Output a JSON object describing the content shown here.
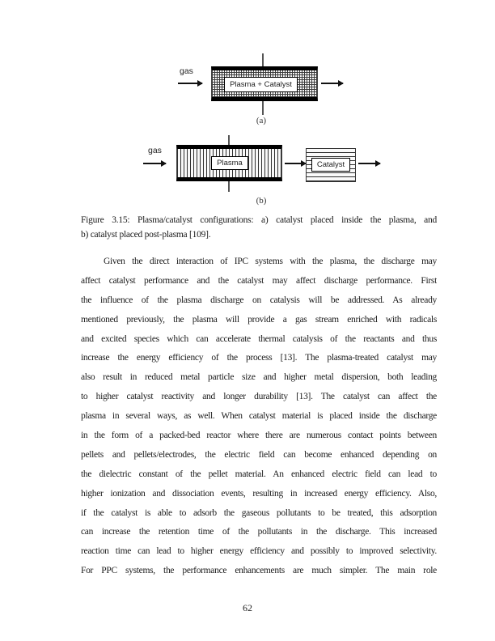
{
  "figure": {
    "diagram_a": {
      "gas_label": "gas",
      "reactor_label": "Plasma + Catalyst",
      "sublabel": "(a)"
    },
    "diagram_b": {
      "gas_label": "gas",
      "plasma_label": "Plasma",
      "catalyst_label": "Catalyst",
      "sublabel": "(b)"
    },
    "caption_lines": [
      "Figure 3.15: Plasma/catalyst configurations: a) catalyst placed inside the plasma, and",
      "b) catalyst placed post-plasma [109]."
    ]
  },
  "body": {
    "lines": [
      "Given the direct interaction of IPC systems with the plasma, the discharge may",
      "affect catalyst performance and the catalyst may affect discharge performance. First",
      "the influence of the plasma discharge on catalysis will be addressed. As already",
      "mentioned previously, the plasma will provide a gas stream enriched with radicals",
      "and excited species which can accelerate thermal catalysis of the reactants and thus",
      "increase the energy efficiency of the process [13]. The plasma-treated catalyst may",
      "also result in reduced metal particle size and higher metal dispersion, both leading",
      "to higher catalyst reactivity and longer durability [13]. The catalyst can affect the",
      "plasma in several ways, as well. When catalyst material is placed inside the discharge",
      "in the form of a packed-bed reactor where there are numerous contact points between",
      "pellets and pellets/electrodes, the electric field can become enhanced depending on",
      "the dielectric constant of the pellet material. An enhanced electric field can lead to",
      "higher ionization and dissociation events, resulting in increased energy efficiency. Also,",
      "if the catalyst is able to adsorb the gaseous pollutants to be treated, this adsorption",
      "can increase the retention time of the pollutants in the discharge. This increased",
      "reaction time can lead to higher energy efficiency and possibly to improved selectivity.",
      "For PPC systems, the performance enhancements are much simpler. The main role"
    ]
  },
  "page": {
    "number": "62"
  },
  "colors": {
    "ink": "#1a1a1a",
    "paper": "#ffffff"
  }
}
